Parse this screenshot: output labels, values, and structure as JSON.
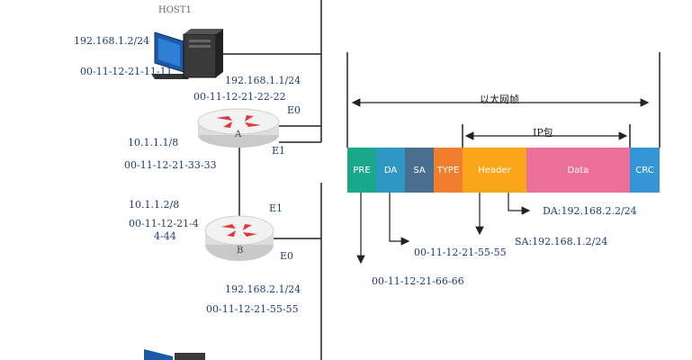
{
  "host1": {
    "name": "HOST1",
    "ip": "192.168.1.2/24",
    "mac": "00-11-12-21-11-11"
  },
  "router_a": {
    "label": "A",
    "e0_label": "E0",
    "e0_ip": "192.168.1.1/24",
    "e0_mac": "00-11-12-21-22-22",
    "e1_label": "E1",
    "e1_ip": "10.1.1.1/8",
    "e1_mac": "00-11-12-21-33-33"
  },
  "router_b": {
    "label": "B",
    "e1_label": "E1",
    "e1_ip": "10.1.1.2/8",
    "e1_mac_line1": "00-11-12-21-4",
    "e1_mac_line2": "4-44",
    "e0_label": "E0",
    "e0_ip": "192.168.2.1/24",
    "e0_mac": "00-11-12-21-55-55"
  },
  "frame": {
    "ethernet_label": "以太网帧",
    "ip_packet_label": "IP包",
    "fields": [
      "PRE",
      "DA",
      "SA",
      "TYPE",
      "Header",
      "Data",
      "CRC"
    ],
    "colors": [
      "#1aa88a",
      "#2f97c3",
      "#4a6e8d",
      "#f07e2e",
      "#f9a61a",
      "#ea6f99",
      "#3595d6"
    ]
  },
  "annotations": {
    "da_value": "00-11-12-21-55-55",
    "pre_value": "00-11-12-21-66-66",
    "ip_da": "DA:192.168.2.2/24",
    "ip_sa": "SA:192.168.1.2/24"
  }
}
